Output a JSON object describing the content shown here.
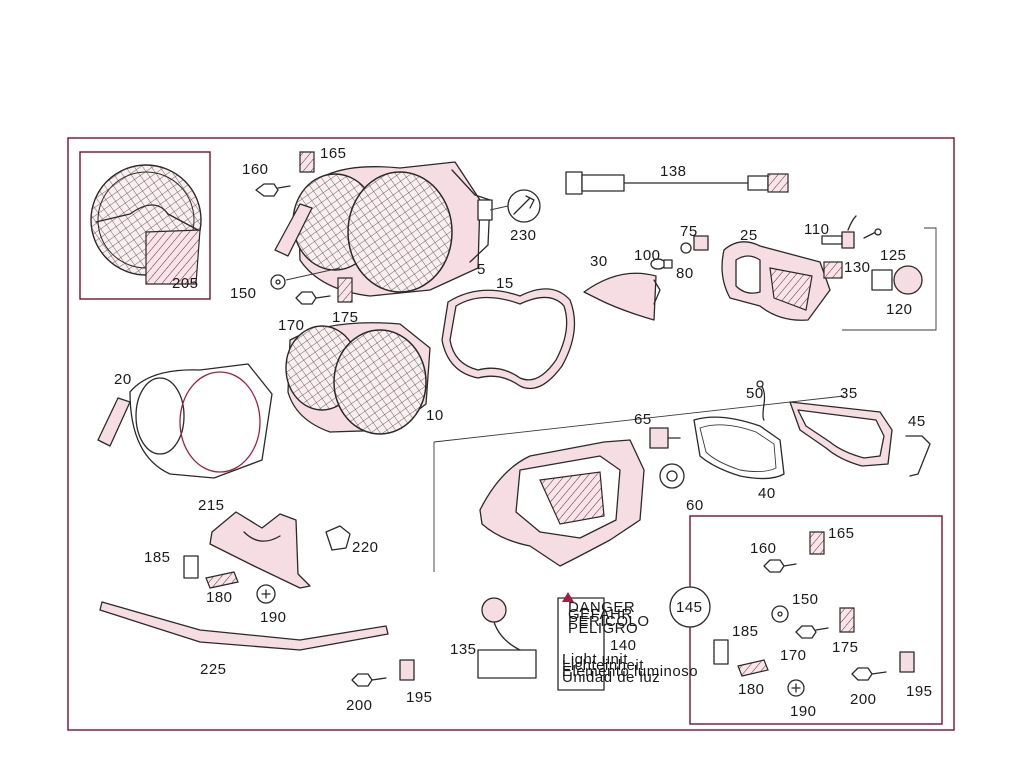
{
  "diagram": {
    "frame_color": "#7a0f2a",
    "accent_color": "#a0203f",
    "labels": {
      "l5": "5",
      "l10": "10",
      "l15": "15",
      "l20": "20",
      "l25": "25",
      "l30": "30",
      "l35": "35",
      "l40": "40",
      "l45": "45",
      "l50": "50",
      "l60": "60",
      "l65": "65",
      "l75": "75",
      "l80": "80",
      "l100": "100",
      "l110": "110",
      "l120": "120",
      "l125": "125",
      "l130": "130",
      "l135": "135",
      "l138": "138",
      "l140": "140",
      "l145": "145",
      "l150a": "150",
      "l150b": "150",
      "l160a": "160",
      "l160b": "160",
      "l165a": "165",
      "l165b": "165",
      "l170a": "170",
      "l170b": "170",
      "l175a": "175",
      "l175b": "175",
      "l180a": "180",
      "l180b": "180",
      "l185a": "185",
      "l185b": "185",
      "l190a": "190",
      "l190b": "190",
      "l195a": "195",
      "l195b": "195",
      "l200a": "200",
      "l200b": "200",
      "l205": "205",
      "l215": "215",
      "l220": "220",
      "l225": "225",
      "l230": "230"
    },
    "warning_label": {
      "lines": [
        "DANGER",
        "GEFAHR",
        "PERICOLO",
        "PELIGRO"
      ],
      "footer": [
        "Light unit",
        "Lichteinheit",
        "Elemento luminoso",
        "Unidad de luz"
      ]
    }
  }
}
